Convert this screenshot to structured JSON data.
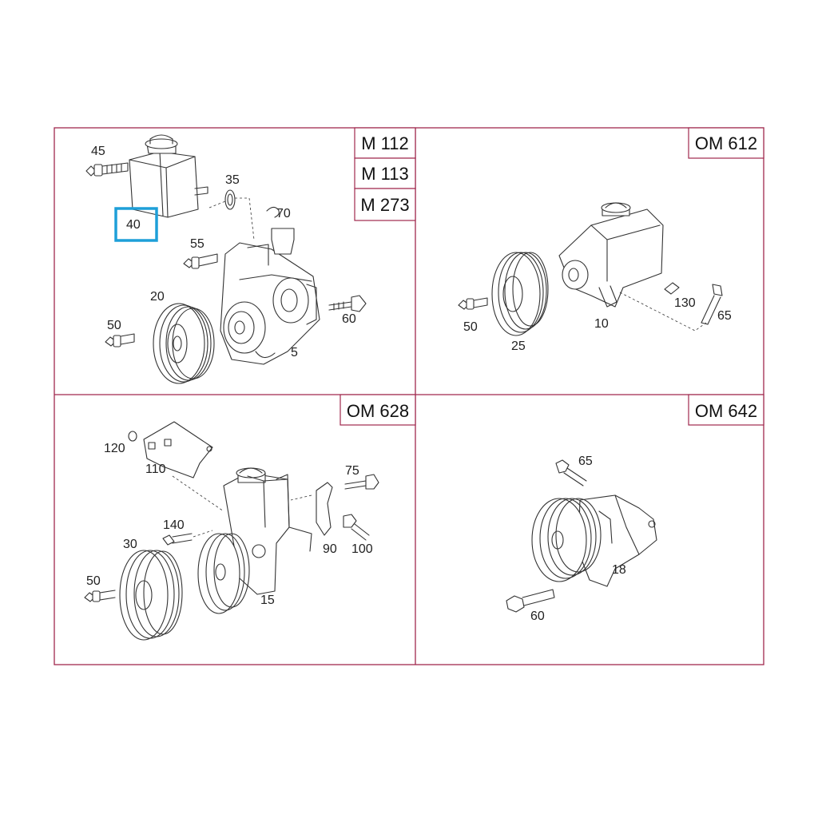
{
  "panels": {
    "top_left": {
      "codes": [
        "M 112",
        "M 113",
        "M 273"
      ],
      "callouts": [
        "45",
        "40",
        "35",
        "70",
        "55",
        "20",
        "50",
        "5",
        "60"
      ],
      "highlighted": "40"
    },
    "top_right": {
      "codes": [
        "OM 612"
      ],
      "callouts": [
        "50",
        "25",
        "10",
        "130",
        "65"
      ]
    },
    "bottom_left": {
      "codes": [
        "OM 628"
      ],
      "callouts": [
        "120",
        "110",
        "75",
        "140",
        "30",
        "90",
        "100",
        "50",
        "15"
      ]
    },
    "bottom_right": {
      "codes": [
        "OM 642"
      ],
      "callouts": [
        "65",
        "18",
        "60"
      ]
    }
  },
  "colors": {
    "frame": "#a0284e",
    "highlight": "#1e9fd8",
    "ink": "#333333"
  }
}
